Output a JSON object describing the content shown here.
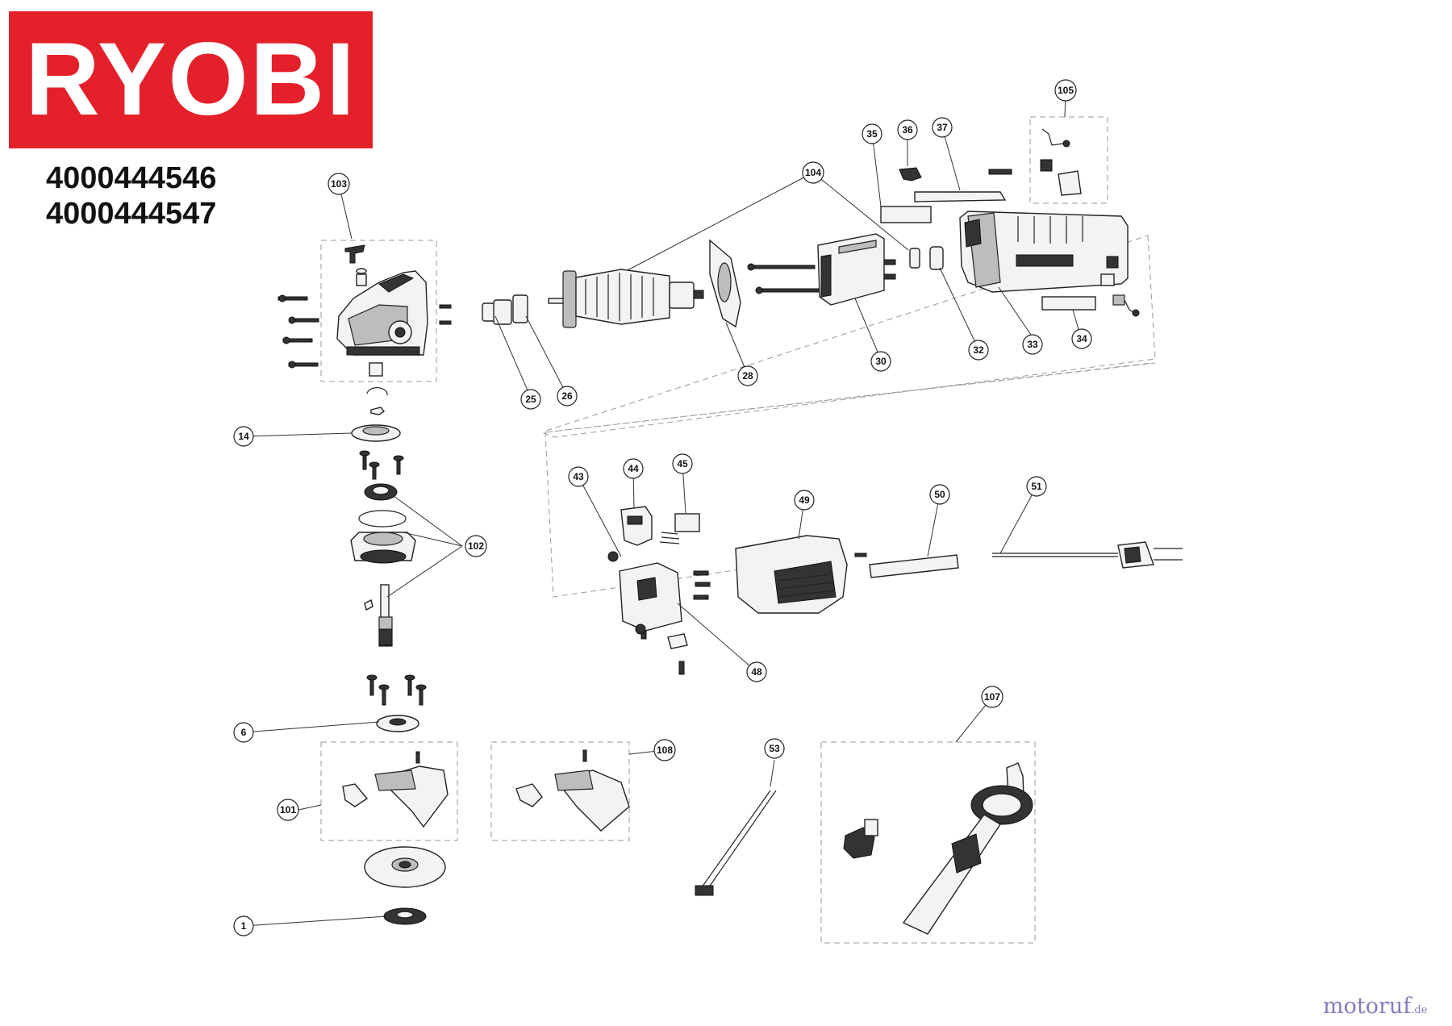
{
  "brand": {
    "logo_text": "RYOBI",
    "logo_color": "#e4212b"
  },
  "models": [
    "4000444546",
    "4000444547"
  ],
  "watermark": {
    "name": "motoruf",
    "tld": ".de"
  },
  "callouts": [
    "1",
    "6",
    "14",
    "25",
    "26",
    "28",
    "30",
    "32",
    "33",
    "34",
    "35",
    "36",
    "37",
    "43",
    "44",
    "45",
    "48",
    "49",
    "50",
    "51",
    "53",
    "101",
    "102",
    "103",
    "104",
    "105",
    "107",
    "108"
  ]
}
